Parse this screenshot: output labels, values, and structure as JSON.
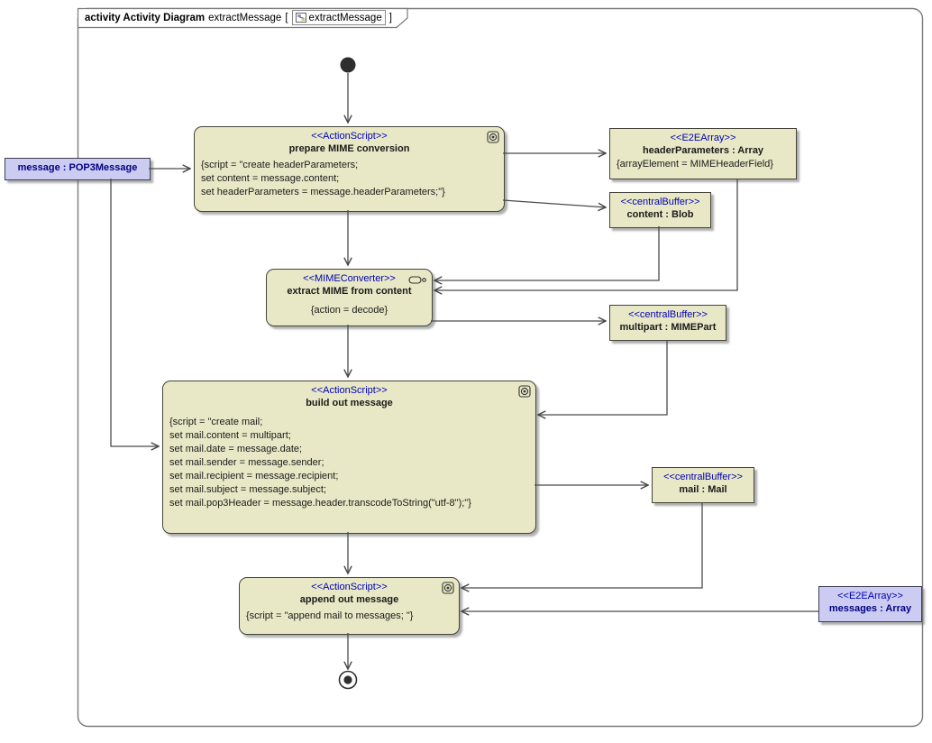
{
  "frame": {
    "keyword": "activity Activity Diagram",
    "name": "extractMessage",
    "context_open": "[",
    "context_ref": "extractMessage",
    "context_close": "]"
  },
  "colors": {
    "action_fill": "#e8e8c6",
    "object_fill": "#ccccf3",
    "stereotype_text": "#0000b4",
    "object_name_text": "#000080",
    "edge_line": "#4a4a4a",
    "node_border": "#44443a"
  },
  "icons": {
    "action_corner": "script-gear-icon",
    "converter_corner": "converter-icon",
    "frame_ref": "diagram-icon"
  },
  "nodes": {
    "message_obj": {
      "title": "message : POP3Message"
    },
    "prepare": {
      "stereotype": "<<ActionScript>>",
      "title": "prepare MIME conversion",
      "body": [
        "{script = \"create headerParameters;",
        "set content = message.content;",
        "set headerParameters = message.headerParameters;\"}"
      ]
    },
    "header_params": {
      "stereotype": "<<E2EArray>>",
      "title": "headerParameters : Array",
      "body": [
        "{arrayElement = MIMEHeaderField}"
      ]
    },
    "content_blob": {
      "stereotype": "<<centralBuffer>>",
      "title": "content : Blob"
    },
    "extract": {
      "stereotype": "<<MIMEConverter>>",
      "title": "extract MIME from content",
      "body": [
        "{action = decode}"
      ]
    },
    "multipart": {
      "stereotype": "<<centralBuffer>>",
      "title": "multipart : MIMEPart"
    },
    "build": {
      "stereotype": "<<ActionScript>>",
      "title": "build out message",
      "body": [
        "{script = \"create mail;",
        "set mail.content = multipart;",
        "set mail.date = message.date;",
        "set mail.sender = message.sender;",
        "set mail.recipient = message.recipient;",
        "set mail.subject = message.subject;",
        "set mail.pop3Header = message.header.transcodeToString(\"utf-8\");\"}"
      ]
    },
    "mail": {
      "stereotype": "<<centralBuffer>>",
      "title": "mail : Mail"
    },
    "append": {
      "stereotype": "<<ActionScript>>",
      "title": "append out message",
      "body": [
        "{script = \"append mail to messages; \"}"
      ]
    },
    "messages_obj": {
      "stereotype": "<<E2EArray>>",
      "title": "messages : Array"
    }
  }
}
